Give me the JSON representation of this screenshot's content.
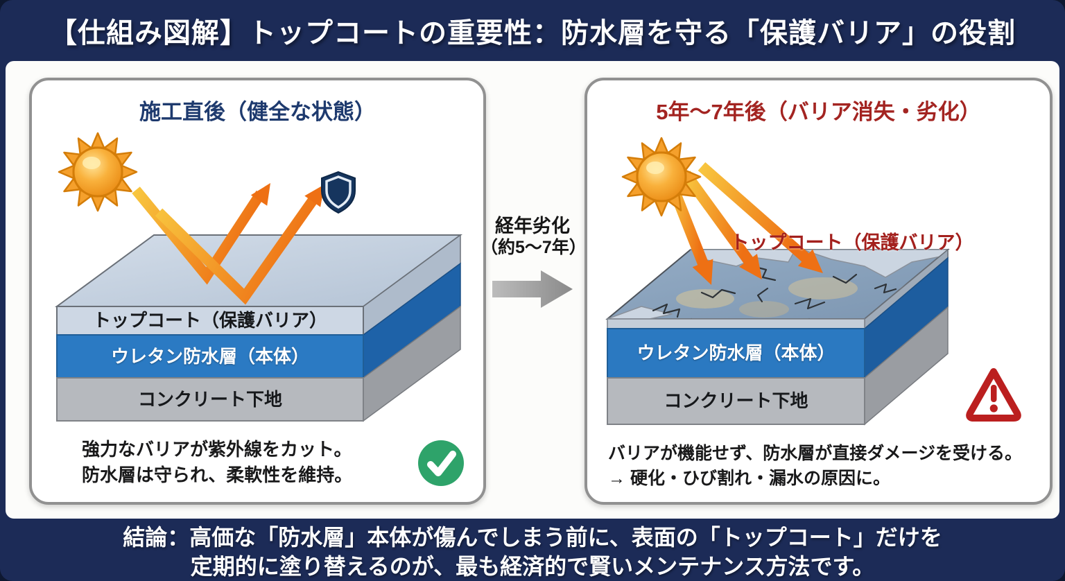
{
  "header": {
    "title": "【仕組み図解】トップコートの重要性：防水層を守る「保護バリア」の役割"
  },
  "left_panel": {
    "title": "施工直後（健全な状態）",
    "layers": {
      "topcoat": "トップコート（保護バリア）",
      "waterproof": "ウレタン防水層（本体）",
      "concrete": "コンクリート下地"
    },
    "caption_line1": "強力なバリアが紫外線をカット。",
    "caption_line2": "防水層は守られ、柔軟性を維持。"
  },
  "transition": {
    "line1": "経年劣化",
    "line2": "（約5〜7年）"
  },
  "right_panel": {
    "title": "5年〜7年後（バリア消失・劣化）",
    "surface_label": "トップコート（保護バリア）",
    "layers": {
      "waterproof": "ウレタン防水層（本体）",
      "concrete": "コンクリート下地"
    },
    "caption_line1": "バリアが機能せず、防水層が直接ダメージを受ける。",
    "caption_line2": "→ 硬化・ひび割れ・漏水の原因に。"
  },
  "footer": {
    "line1": "結論：高価な「防水層」本体が傷んでしまう前に、表面の「トップコート」だけを",
    "line2": "定期的に塗り替えるのが、最も経済的で賢いメンテナンス方法です。"
  },
  "colors": {
    "frame_navy": "#1c2b57",
    "left_title_navy": "#1e3a6e",
    "right_title_red": "#a32421",
    "waterproof_blue": "#2b7ac3",
    "topcoat_gray_blue": "#cdd7e4",
    "concrete_gray": "#b6b9be",
    "check_green": "#2ea36a",
    "warning_red": "#bb1f1f",
    "arrow_orange": "#ee7014",
    "sun_orange": "#f5a02c",
    "transition_arrow_gray": "#9a9a9a"
  }
}
